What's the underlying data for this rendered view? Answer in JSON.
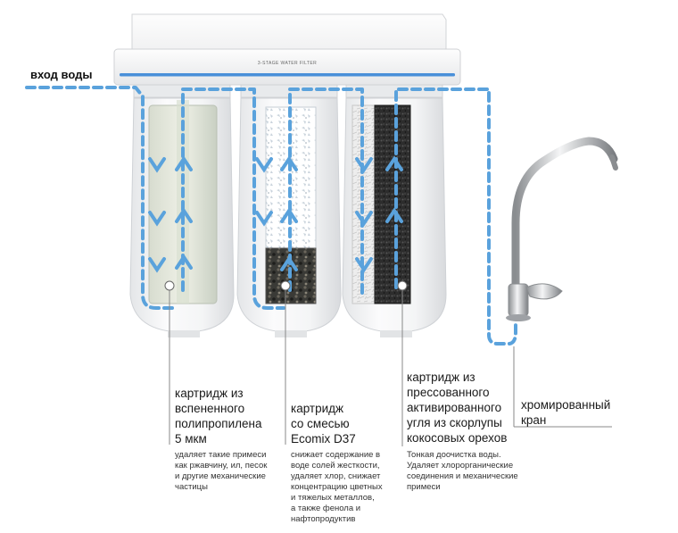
{
  "inlet_label": "вход воды",
  "housing_brand": "3-STAGE WATER FILTER",
  "stages": [
    {
      "name": "картридж из вспененного полипропилена 5 мкм",
      "lines": [
        "картридж из",
        "вспененного",
        "полипропилена",
        "5 мкм"
      ],
      "desc": [
        "удаляет такие примеси",
        "как ржавчину, ил, песок",
        "и другие механические",
        "частицы"
      ]
    },
    {
      "name": "картридж со смесью Ecomix D37",
      "lines": [
        "картридж",
        "со смесью",
        "Ecomix D37"
      ],
      "desc": [
        "снижает содержание в",
        "воде солей жесткости,",
        "удаляет хлор, снижает",
        "концентрацию цветных",
        "и тяжелых металлов,",
        "а также фенола и",
        "нафтопродуктив"
      ]
    },
    {
      "name": "картридж из прессованного активированного угля из скорлупы кокосовых орехов",
      "lines": [
        "картридж из",
        "прессованного",
        "активированного",
        "угля из скорлупы",
        "кокосовых орехов"
      ],
      "desc": [
        "Тонкая доочистка воды.",
        "Удаляет хлорорганические",
        "соединения и механические",
        "примеси"
      ]
    }
  ],
  "faucet": {
    "lines": [
      "хромированный",
      "кран"
    ]
  },
  "colors": {
    "water_flow": "#5aa2dc",
    "housing": "#f3f4f5",
    "carbon": "#2a2a2a",
    "accent_stripe": "#4a90d9"
  }
}
